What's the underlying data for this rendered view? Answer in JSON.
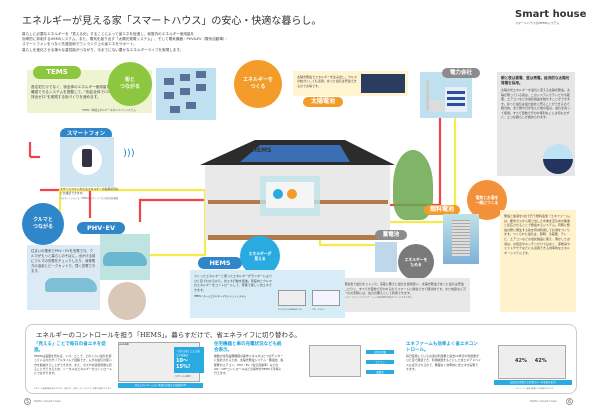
{
  "header": {
    "title": "エネルギーが見える家「スマートハウス」の安心・快適な暮らし。",
    "intro": [
      "暮らしに必要なエネルギーを「見える化」することによって省エネを促進し、家庭内のエネルギー使用量を",
      "効率的に抑制するHEMSシステム。また、電気を創り出す「太陽光発電システム」、そして電気機器・PHV&EV（電気自動車）・",
      "スマートフォンをつなぐ先進技術でワンランク上の省エネをサポート。",
      "暮らしを進化させる様々な高性能がつながり、今までにない豊かなエネルギーライフを実現します。"
    ],
    "logo": "Smart house",
    "logo_sub": "スマートハウスのHEMSシステム"
  },
  "tems": {
    "label": "TEMS",
    "circle": "街と\nつながる",
    "text": "各住宅だけでなく、街全体のエネルギー使用量を確認できるシステムを搭載して、\"街区全体でCO₂排出ゼロ\"を実践する街づくりを進めます。",
    "note": "TEMS＝地域エネルギーマネジメントシステム"
  },
  "smartphone": {
    "label": "スマートフォン",
    "text": "スマートフォンからもエネルギーの使用状況などを確認できます。",
    "note": "※スマートフォンで、HEMSやスマートハウスの状況を確認"
  },
  "solar": {
    "circle": "エネルギーを\nつくる",
    "label": "太陽電池",
    "text": "太陽光発電でエネルギーを生み出し、クルマの動力としても活用。余った電気は売電できるのでお得です。"
  },
  "house": {
    "hems_label": "HEMS"
  },
  "power_company": {
    "label": "電力会社"
  },
  "right_box": {
    "heading": "朝と夜は買電、昼は売電。経済的な太陽光発電を採用。",
    "text": "太陽の光エネルギーを電気に変える太陽光発電。太陽が照っている間は、このシステムでテレビや冷蔵庫、エアコンなどの電化製品を動かすことができます。余った電気は電力会社に売ることができるので経済的。また朝や日が沈んだ後の夜は、電気を買って使用。すべて自動で行われ特別なことは何もせずに、エコな暮らしが始められます。"
  },
  "fuel_cell": {
    "label": "燃料電池",
    "circle": "電気とお湯を\n一緒につくる",
    "text": "発電と給湯を1台で行う燃料電池「エネファーム」は、都市ガスから取り出した水素を空気中の酸素と反応させることで発電するシステム。同時に発電の際に発生する熱を有効利用してお湯をつくります。つくられた電気は、照明、冷蔵庫、テレビ、エアコンなどの電化製品に使え、湧かしたお湯は、お風呂やキッチンだけではなく、床暖房やミストサウナなどにも活用できる効率的なエネルギーシステムです。"
  },
  "battery": {
    "label": "蓄電池",
    "circle": "エネルギーを\nためる",
    "text": "蓄電池で電気をストック。深夜に蓄えた電気を昼間使い、太陽光発電で余った電気は売電したりと、すべてが自動で行われるのでスマートに節電できて経済的です。また地震など万一の災害時には、電力の蓄えとして利用できます。",
    "note": "※スマートグリッドアプリケーション等の接続は別途オプションとなります。"
  },
  "car": {
    "circle": "クルマと\nつながる",
    "label": "PHV･EV",
    "text": "住まいの電気でPHV・EVを充電でき、クルマがもっと暮らしのそばに。出かける前にクルマの充電をチェックしたり、深夜電力の活用とピークカットで、賢く充電できます。"
  },
  "hems": {
    "label": "HEMS",
    "circle": "エネルギーが\n見える",
    "text": "つくったエネルギーと使ったエネルギーがモニターにより ひと目でわかるから、省エネ行動を促進。家庭内とクルマのエネルギーをコントロールして、家族で楽しく省エネできます。",
    "note": "HEMS＝ホームエネルギーマネジメントシステム",
    "cap1": "タッチパネル式HEMSモニター",
    "cap2": "スマートフォン"
  },
  "bottom": {
    "headline": "エネルギーのコントロールを担う「HEMS」。暮らすだけで、省エネライフに切り替わる。",
    "col1": {
      "heading": "「見える」ことで毎日の省エネを促進。",
      "text": "HEMSは画面を見れば、いつ、どこで、どのくらい電気を使っているのかがリアルタイムで把握でき、ムダな電気の使い方を削減することができます。また、ガスや水道使用量も見ることができるため、トータルなエネルギーのコントロールにつながります。",
      "note": "※ガス・水道使用量を表示するには、別途ガス・水道メーターのセンサー設置が必要になります。"
    },
    "screen_label": "HEMS画面",
    "callout": "「見える化」による省エネ効果は",
    "callout_value": "10〜15%!",
    "callout_option": "（オプション表示）",
    "banner": "月のエネルギーコスト削減分が省エネ意識をUP!",
    "col2_tags": [
      "太陽光発電",
      "エアコン",
      "蓄電池"
    ],
    "col2": {
      "heading": "住宅機器と車の充電状況なども統合表示。",
      "text": "複数の住宅設備機器の操作パネルがひとつのモニターに集約されるため、太陽光発電システム・蓄電池、各部屋のエアコン、PHV・EV（電気自動車）などのON・OFFコントロールなどの操作がHEMSで手軽に行えます。"
    },
    "col3": {
      "heading": "エネファームも効率よく省エネコントロール。",
      "text": "毎日使用しているお湯の利用量と過去10年分の利用量がひと目で確認でき、利用履歴をもとにした省エネアドバイスも表示されるので、無理なく効率的に省エネが実現できます。"
    },
    "screen_values": [
      "42%",
      "42%"
    ],
    "banner2": "お風呂の湯温など必要なデータを総合表示!",
    "note3": "※イメージ。画面は変更になる場合があります。"
  },
  "footer": {
    "left_page": "5",
    "left_brand": "Teitho smart town",
    "right_brand": "Teitho smart town",
    "right_page": "6"
  },
  "colors": {
    "green": "#8dc63f",
    "blue": "#2f86c9",
    "cyan": "#29abe2",
    "orange": "#f39c2a",
    "gray": "#8c8c8c"
  }
}
